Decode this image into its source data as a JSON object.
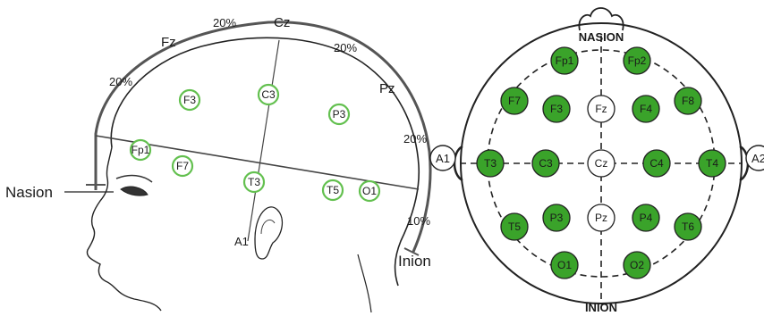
{
  "side_view": {
    "percent_labels": {
      "p20_forehead": "20%",
      "p20_top_left": "20%",
      "p20_top_right": "20%",
      "p20_back": "20%",
      "p10_back": "10%"
    },
    "midline_labels": {
      "fz": "Fz",
      "cz": "Cz",
      "pz": "Pz"
    },
    "nasion": "Nasion",
    "inion": "Inion",
    "ear": "A1",
    "electrodes": [
      "Fp1",
      "F7",
      "F3",
      "C3",
      "T3",
      "P3",
      "T5",
      "O1"
    ]
  },
  "top_view": {
    "nasion": "NASION",
    "inion": "INION",
    "ear_left": "A1",
    "ear_right": "A2",
    "colors": {
      "electrode_fill": "#3aa32a",
      "midline_fill": "#ffffff",
      "ring": "#63c04f"
    },
    "electrodes": [
      "Fp1",
      "Fp2",
      "F7",
      "F3",
      "Fz",
      "F4",
      "F8",
      "T3",
      "C3",
      "Cz",
      "C4",
      "T4",
      "T5",
      "P3",
      "Pz",
      "P4",
      "T6",
      "O1",
      "O2"
    ]
  }
}
